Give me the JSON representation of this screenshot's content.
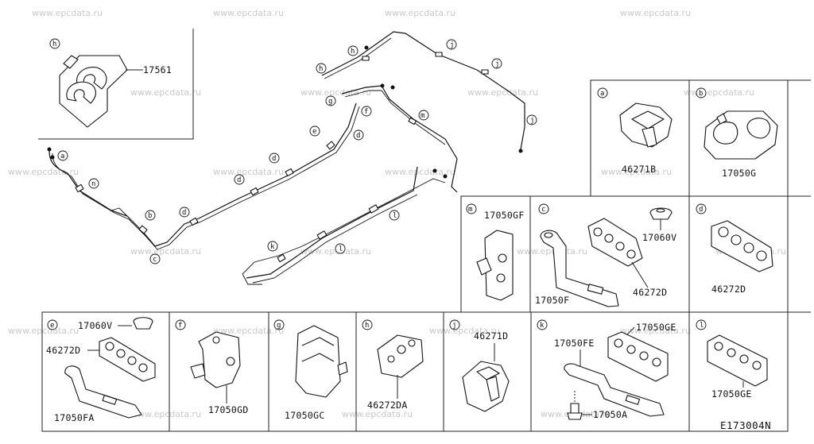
{
  "watermark": "www.epcdata.ru",
  "diagram_ref": "E173004N",
  "panels": [
    {
      "letter": "h",
      "parts": [
        "17561"
      ]
    },
    {
      "letter": "a",
      "parts": [
        "46271B"
      ]
    },
    {
      "letter": "b",
      "parts": [
        "17050G"
      ]
    },
    {
      "letter": "m",
      "parts": [
        "17050GF"
      ]
    },
    {
      "letter": "c",
      "parts": [
        "17060V",
        "46272D",
        "17050F"
      ]
    },
    {
      "letter": "d",
      "parts": [
        "46272D"
      ]
    },
    {
      "letter": "e",
      "parts": [
        "17060V",
        "46272D",
        "17050FA"
      ]
    },
    {
      "letter": "f",
      "parts": [
        "17050GD"
      ]
    },
    {
      "letter": "g",
      "parts": [
        "17050GC"
      ]
    },
    {
      "letter": "h",
      "parts": [
        "46272DA"
      ]
    },
    {
      "letter": "j",
      "parts": [
        "46271D"
      ]
    },
    {
      "letter": "k",
      "parts": [
        "17050FE",
        "17050GE",
        "17050A"
      ]
    },
    {
      "letter": "l",
      "parts": [
        "17050GE"
      ]
    }
  ],
  "overview_callouts": [
    "h",
    "j",
    "j",
    "h",
    "g",
    "f",
    "m",
    "e",
    "d",
    "d",
    "d",
    "a",
    "n",
    "b",
    "c",
    "d",
    "l",
    "k",
    "l",
    "j"
  ]
}
